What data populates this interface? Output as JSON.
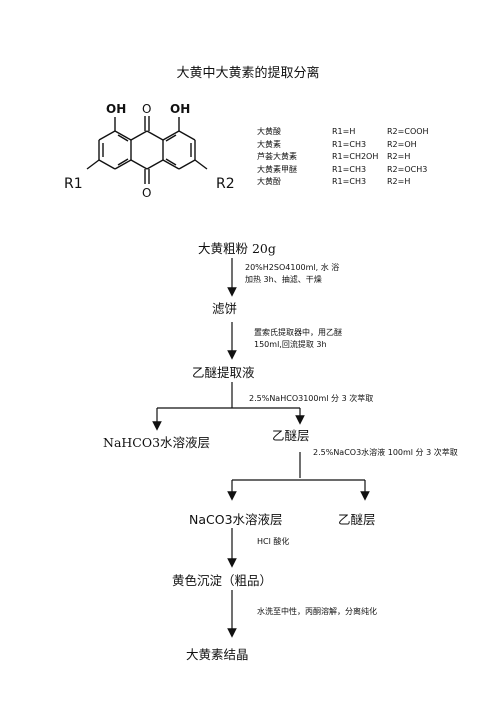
{
  "title": "大黄中大黄素的提取分离",
  "structure": {
    "oh_left": "OH",
    "o_top": "O",
    "oh_right": "OH",
    "r1": "R1",
    "r2": "R2",
    "o_bottom": "O"
  },
  "compounds": [
    {
      "name": "大黄酸",
      "r1": "R1=H",
      "r2": "R2=COOH"
    },
    {
      "name": "大黄素",
      "r1": "R1=CH3",
      "r2": "R2=OH"
    },
    {
      "name": "芦荟大黄素",
      "r1": "R1=CH2OH",
      "r2": "R2=H"
    },
    {
      "name": "大黄素甲醚",
      "r1": "R1=CH3",
      "r2": "R2=OCH3"
    },
    {
      "name": "大黄酚",
      "r1": "R1=CH3",
      "r2": "R2=H"
    }
  ],
  "flow": {
    "start": "大黄粗粉 20g",
    "cond1_line1": "20%H2SO4100ml, 水 浴",
    "cond1_line2": "加热 3h、抽滤、干燥",
    "step2": "滤饼",
    "cond2_line1": "置索氏提取器中，用乙醚",
    "cond2_line2": "150ml,回流提取 3h",
    "step3": "乙醚提取液",
    "cond3": "2.5%NaHCO3100ml 分 3 次萃取",
    "branch1_left": "NaHCO3水溶液层",
    "branch1_right": "乙醚层",
    "cond4": "2.5%NaCO3水溶液 100ml 分 3 次萃取",
    "branch2_left": "NaCO3水溶液层",
    "branch2_right": "乙醚层",
    "cond5": "HCl 酸化",
    "step6": "黄色沉淀（粗品）",
    "cond6": "水洗至中性，丙酮溶解，分离纯化",
    "final": "大黄素结晶"
  }
}
